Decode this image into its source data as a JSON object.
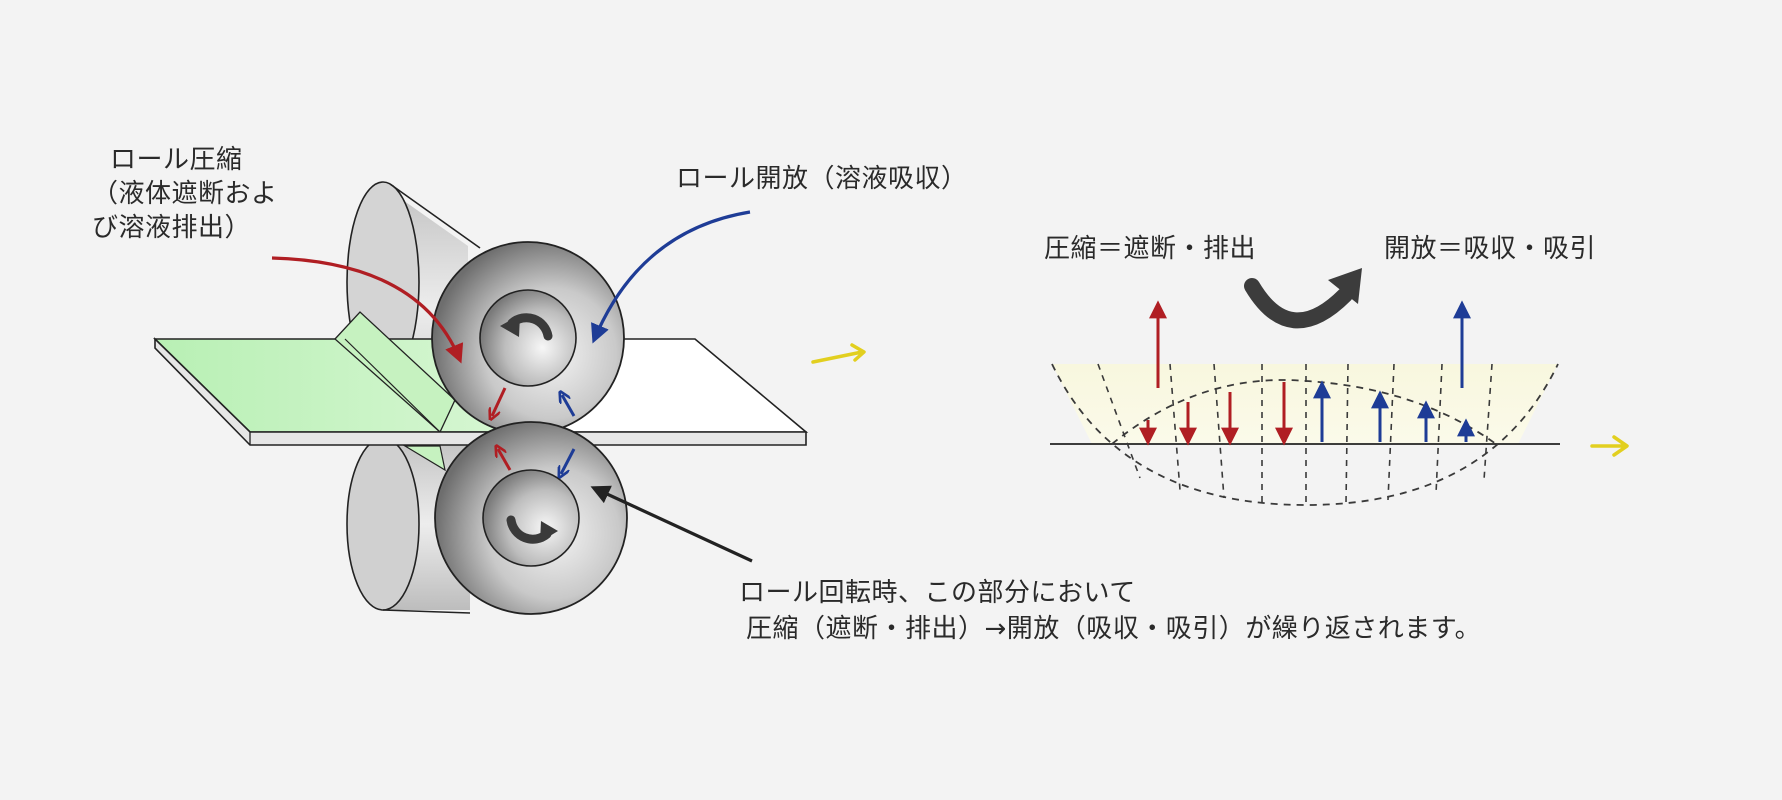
{
  "labels": {
    "roll_compress": [
      "ロール圧縮",
      "（液体遮断およ",
      "び溶液排出）"
    ],
    "roll_open": "ロール開放（溶液吸収）",
    "roll_rotation": [
      "ロール回転時、この部分において",
      "圧縮（遮断・排出）→開放（吸収・吸引）が繰り返されます。"
    ],
    "compress_eq": "圧縮＝遮断・排出",
    "open_eq": "開放＝吸収・吸引"
  },
  "colors": {
    "background": "#f3f3f3",
    "compress_arrow": "#b01e23",
    "open_arrow": "#1e3c96",
    "flow_arrow": "#e2cf1f",
    "solution_film": "#b8f0b4",
    "absorb_zone": "#f8f7de",
    "roller_gray": "#9a9a9a",
    "pointer": "#222222",
    "dashed_line": "#3a3a3a"
  },
  "icons": [
    "roller-rotate-ccw-icon",
    "roller-rotate-cw-icon",
    "curved-transition-arrow-icon",
    "flow-direction-arrow-icon"
  ]
}
